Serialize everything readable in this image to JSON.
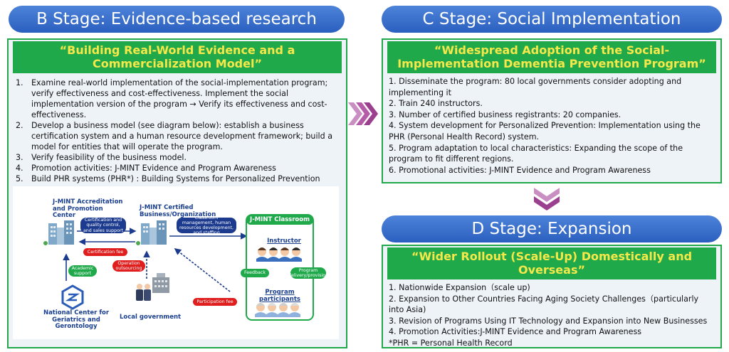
{
  "stage_b": {
    "header": "B Stage: Evidence-based research",
    "title": "“Building Real-World Evidence and a Commercialization Model”",
    "items": [
      {
        "num": "1.",
        "text": "Examine real-world implementation of the social-implementation program; verify effectiveness and cost-effectiveness. Implement the social implementation version of the program → Verify its effectiveness and cost-effectiveness."
      },
      {
        "num": "2.",
        "text": "Develop a business model (see diagram below): establish a business certification system and a human resource development framework; build a model for entities that will operate the program."
      },
      {
        "num": "3.",
        "text": "Verify feasibility of the business model."
      },
      {
        "num": "4.",
        "text": "Promotion activities: J-MINT Evidence and Program Awareness"
      },
      {
        "num": "5.",
        "text": "Build PHR systems (PHR*) : Building Systems for Personalized Prevention"
      }
    ],
    "diagram": {
      "accreditation": "J-MINT Accreditation and Promotion Center",
      "certified": "J-MINT Certified Business/Organization",
      "classroom": "J-MINT Classroom",
      "instructor": "Instructor",
      "participants": "Program participants",
      "ncgg": "National Center for Geriatrics and Gerontology",
      "local_gov": "Local government",
      "pill_cert_quality": "Certification and quality control, and sales support",
      "pill_classroom_mgmt": "Classroom management, human resources development, and staffing",
      "pill_cert_fee": "Certification fee",
      "pill_operation": "Operation outsourcing",
      "pill_academic": "Academic support",
      "pill_participation": "Participation fee",
      "pill_feedback": "Feedback",
      "pill_delivery": "Program delivery/provision"
    }
  },
  "stage_c": {
    "header": "C Stage: Social Implementation",
    "title": "“Widespread Adoption of the Social-Implementation Dementia Prevention Program”",
    "items": [
      "1. Disseminate the program: 80 local governments consider adopting and implementing it",
      "2. Train 240 instructors.",
      "3. Number of certified business registrants: 20 companies.",
      "4. System development for Personalized Prevention: Implementation using the PHR (Personal Health Record) system.",
      "5. Program adaptation to local characteristics: Expanding the scope of the program to fit different regions.",
      "6. Promotional activities: J-MINT Evidence and Program Awareness"
    ]
  },
  "stage_d": {
    "header": "D Stage: Expansion",
    "title": "“Wider Rollout (Scale-Up) Domestically and Overseas”",
    "items": [
      "1. Nationwide Expansion（scale up)",
      "2. Expansion to Other Countries Facing Aging Society Challenges（particularly into Asia)",
      "3. Revision of Programs Using IT Technology and Expansion into New Businesses",
      "4. Promotion Activities:J-MINT Evidence and Program Awareness",
      "*PHR = Personal Health Record"
    ]
  },
  "colors": {
    "header_blue": "#2b5fbf",
    "panel_green": "#1fa94b",
    "title_yellow": "#f7e84a",
    "chevron_purple": "#b55ca8",
    "diagram_navy": "#1c3b8e",
    "diagram_red": "#e01e1e"
  }
}
